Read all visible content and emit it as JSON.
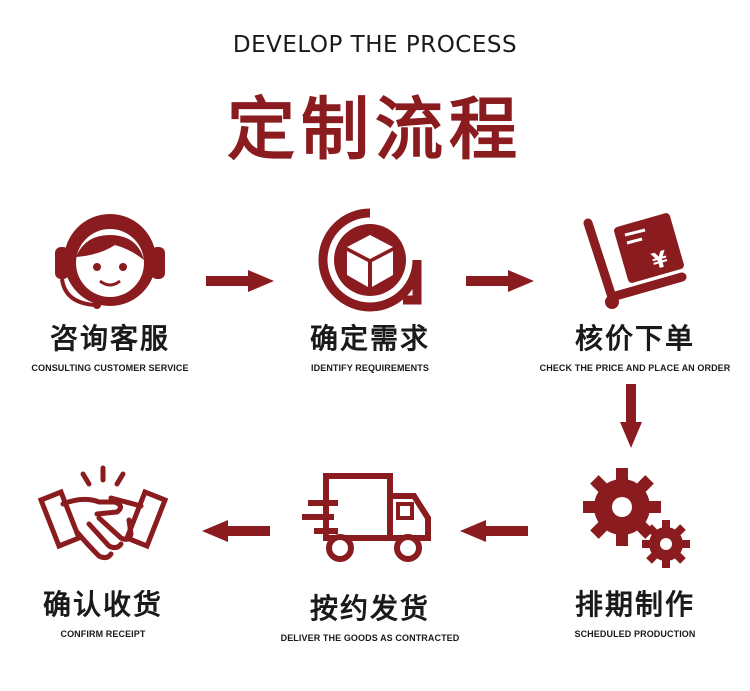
{
  "header": {
    "title_en": "DEVELOP THE PROCESS",
    "title_cn": "定制流程"
  },
  "colors": {
    "accent": "#8a1b1f",
    "text": "#1a1a1a"
  },
  "steps": [
    {
      "cn": "咨询客服",
      "en": "CONSULTING CUSTOMER SERVICE",
      "icon": "customer-service-headset-icon"
    },
    {
      "cn": "确定需求",
      "en": "IDENTIFY REQUIREMENTS",
      "icon": "package-box-icon"
    },
    {
      "cn": "核价下单",
      "en": "CHECK THE PRICE AND PLACE AN ORDER",
      "icon": "cart-with-yen-icon"
    },
    {
      "cn": "排期制作",
      "en": "SCHEDULED PRODUCTION",
      "icon": "gears-icon"
    },
    {
      "cn": "按约发货",
      "en": "DELIVER THE GOODS AS CONTRACTED",
      "icon": "delivery-truck-icon"
    },
    {
      "cn": "确认收货",
      "en": "CONFIRM RECEIPT",
      "icon": "handshake-icon"
    }
  ]
}
